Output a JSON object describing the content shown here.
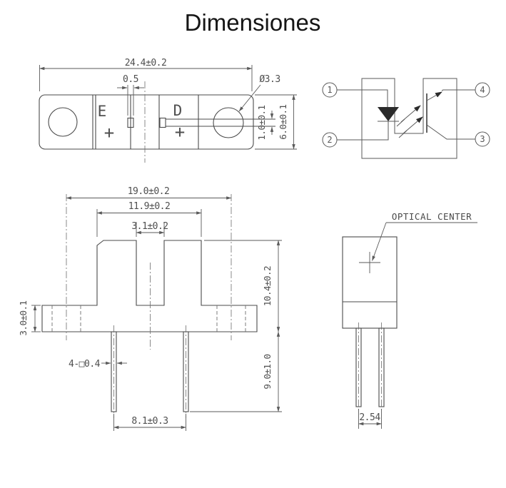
{
  "title": "Dimensiones",
  "colors": {
    "line": "#4b4b4b",
    "dimension": "#5a5a5a",
    "text": "#4f4f4f",
    "background": "#ffffff"
  },
  "top_view": {
    "dim_width": "24.4±0.2",
    "dim_tab": "0.5",
    "dim_hole": "Ø3.3",
    "dim_slot_h": "1.0±0.1",
    "dim_height": "6.0±0.1",
    "label_e": "E",
    "label_d": "D",
    "plus": "+"
  },
  "schematic": {
    "pin1": "1",
    "pin2": "2",
    "pin3": "3",
    "pin4": "4"
  },
  "front_view": {
    "dim_hole_span": "19.0±0.2",
    "dim_body_w": "11.9±0.2",
    "dim_slot_w": "3.1±0.2",
    "dim_body_h": "10.4±0.2",
    "dim_base_h": "3.0±0.1",
    "dim_lead_len": "9.0±1.0",
    "dim_lead_span": "8.1±0.3",
    "lead_note": "4-□0.4"
  },
  "side_view": {
    "optical_center_label": "OPTICAL CENTER",
    "dim_pitch": "2.54"
  }
}
